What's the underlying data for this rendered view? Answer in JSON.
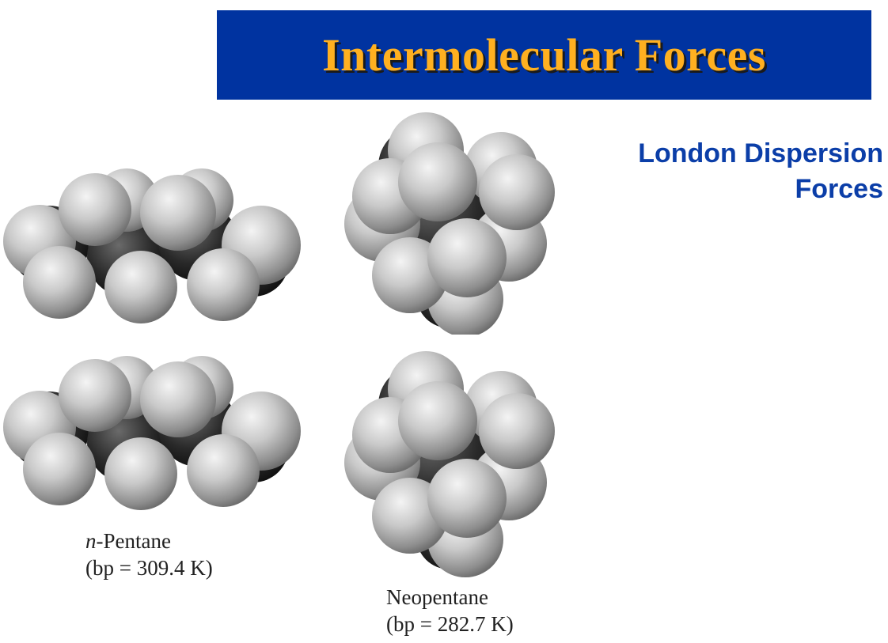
{
  "slide": {
    "title": "Intermolecular Forces",
    "subtitle": "London Dispersion Forces",
    "colors": {
      "banner": "#0033a0",
      "title": "#ffb020",
      "subtitle": "#0b3ea8"
    }
  },
  "molecules": [
    {
      "name": "n-Pentane",
      "prefix": "n",
      "suffix": "-Pentane",
      "bp": "(bp = 309.4 K)"
    },
    {
      "name": "Neopentane",
      "bp": "(bp = 282.7 K)"
    }
  ]
}
